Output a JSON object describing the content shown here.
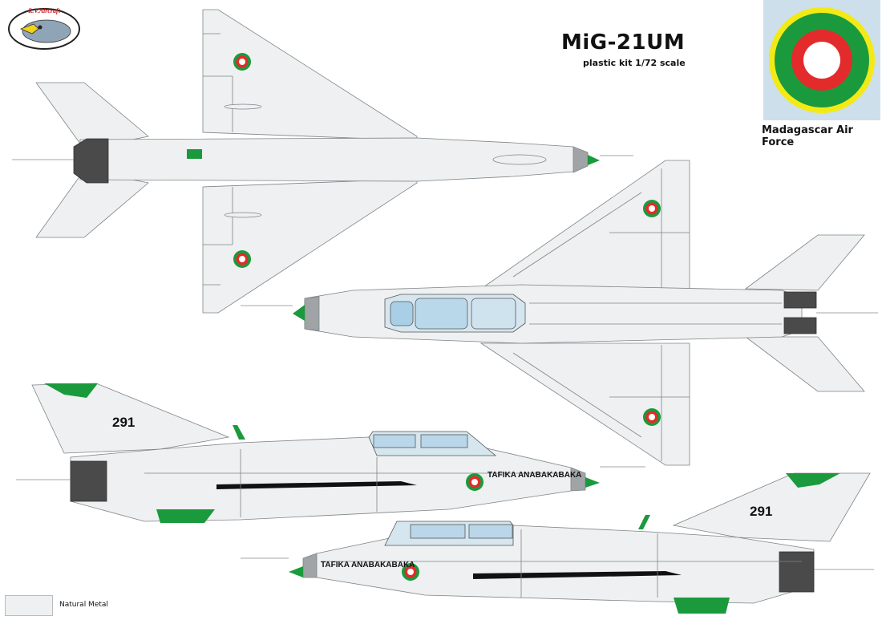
{
  "title": "MiG-21UM",
  "subtitle": "plastic kit 1/72 scale",
  "brand_logo_text": "R.V.Aircraft",
  "air_force": "Madagascar Air Force",
  "aircraft_markings": {
    "serial_number": "291",
    "nose_inscription": "TAFIKA ANABAKABAKA"
  },
  "legend": [
    {
      "swatch_color": "#eef0f1",
      "label": "Natural Metal"
    }
  ],
  "colors": {
    "natural_metal": "#eef0f1",
    "green": "#1a9a3c",
    "roundel_red": "#e32b2b",
    "roundel_yellow": "#f3ea15",
    "dark_grey": "#4a4a4a",
    "panel_bg": "#cddfea"
  },
  "views": [
    "top-view",
    "bottom-view",
    "left-side-view",
    "right-side-view"
  ]
}
